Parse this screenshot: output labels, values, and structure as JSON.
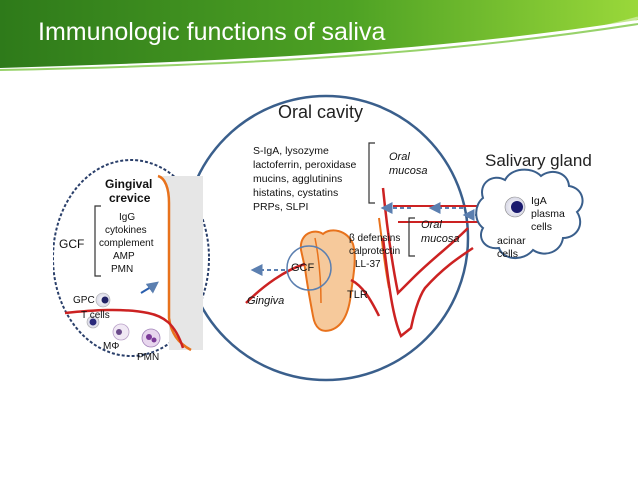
{
  "slide": {
    "title": "Immunologic functions of saliva"
  },
  "colors": {
    "header_dark": "#2f7d1c",
    "header_light": "#a6dc3a",
    "circle": "#3a5f8c",
    "tissue": "#e8721c",
    "vessel": "#cc2222",
    "arrow": "#5b7fb0"
  },
  "diagram": {
    "oral_cavity": "Oral cavity",
    "salivary_gland": "Salivary gland",
    "saliva_components": [
      "S-IgA, lysozyme",
      "lactoferrin, peroxidase",
      "mucins, agglutinins",
      "histatins, cystatins",
      "PRPs, SLPI"
    ],
    "oral_mucosa_1": [
      "Oral",
      "mucosa"
    ],
    "oral_mucosa_2": [
      "Oral",
      "mucosa"
    ],
    "defensins": [
      "β defensins",
      "calprotectin",
      "LL-37"
    ],
    "gcf": "GCF",
    "tlr": "TLR",
    "gingiva": "Gingiva",
    "gland_cells": {
      "iga": [
        "IgA",
        "plasma",
        "cells"
      ],
      "acinar": [
        "acinar",
        "cells"
      ]
    },
    "inset": {
      "title": [
        "Gingival",
        "crevice"
      ],
      "gcf": "GCF",
      "contents": [
        "IgG",
        "cytokines",
        "complement",
        "AMP",
        "PMN"
      ],
      "gpc": "GPC",
      "t_cells": "T cells",
      "macrophage": "MΦ",
      "pmn": "PMN"
    }
  }
}
